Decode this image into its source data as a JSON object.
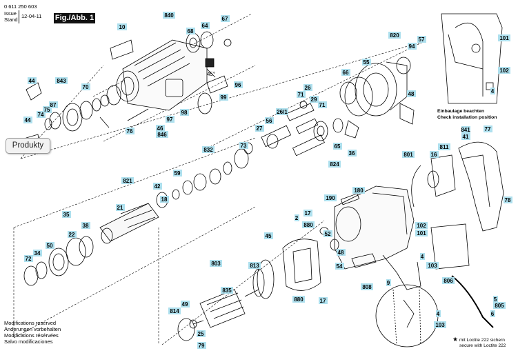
{
  "header": {
    "doc_number": "0 611 250 603",
    "issue_label": "Issue",
    "stand_label": "Stand",
    "date": "12-04-11",
    "figure_label": "Fig./Abb. 1"
  },
  "produkty_button": "Produkty",
  "install_note": [
    "Einbaulage beachten",
    "Check installation position"
  ],
  "modifications": [
    "Modifications reserved",
    "Änderungen vorbehalten",
    "Modifications résérvées",
    "Salvo modificaciones"
  ],
  "loctite_note": [
    "mit Loctite 222 sichern",
    "secure with Loctite 222"
  ],
  "colors": {
    "label_fill": "#aee0ee",
    "line": "#000000",
    "badge": "#111111"
  },
  "part_labels": [
    "10",
    "840",
    "68",
    "64",
    "67",
    "45°",
    "96",
    "98",
    "99",
    "97",
    "46",
    "846",
    "76",
    "44",
    "843",
    "74",
    "75",
    "87",
    "70",
    "44",
    "26",
    "71",
    "29",
    "71",
    "56",
    "26/1",
    "27",
    "65",
    "824",
    "36",
    "820",
    "94",
    "57",
    "55",
    "66",
    "48",
    "101",
    "102",
    "4",
    "841",
    "77",
    "41",
    "811",
    "16",
    "801",
    "832",
    "59",
    "73",
    "821",
    "42",
    "18",
    "21",
    "190",
    "180",
    "17",
    "880",
    "2",
    "45",
    "52",
    "54",
    "48",
    "35",
    "38",
    "22",
    "72",
    "34",
    "50",
    "803",
    "813",
    "835",
    "880",
    "17",
    "49",
    "814",
    "25",
    "79",
    "808",
    "9",
    "102",
    "101",
    "4",
    "103",
    "78",
    "806",
    "5",
    "805",
    "6",
    "4",
    "103"
  ]
}
